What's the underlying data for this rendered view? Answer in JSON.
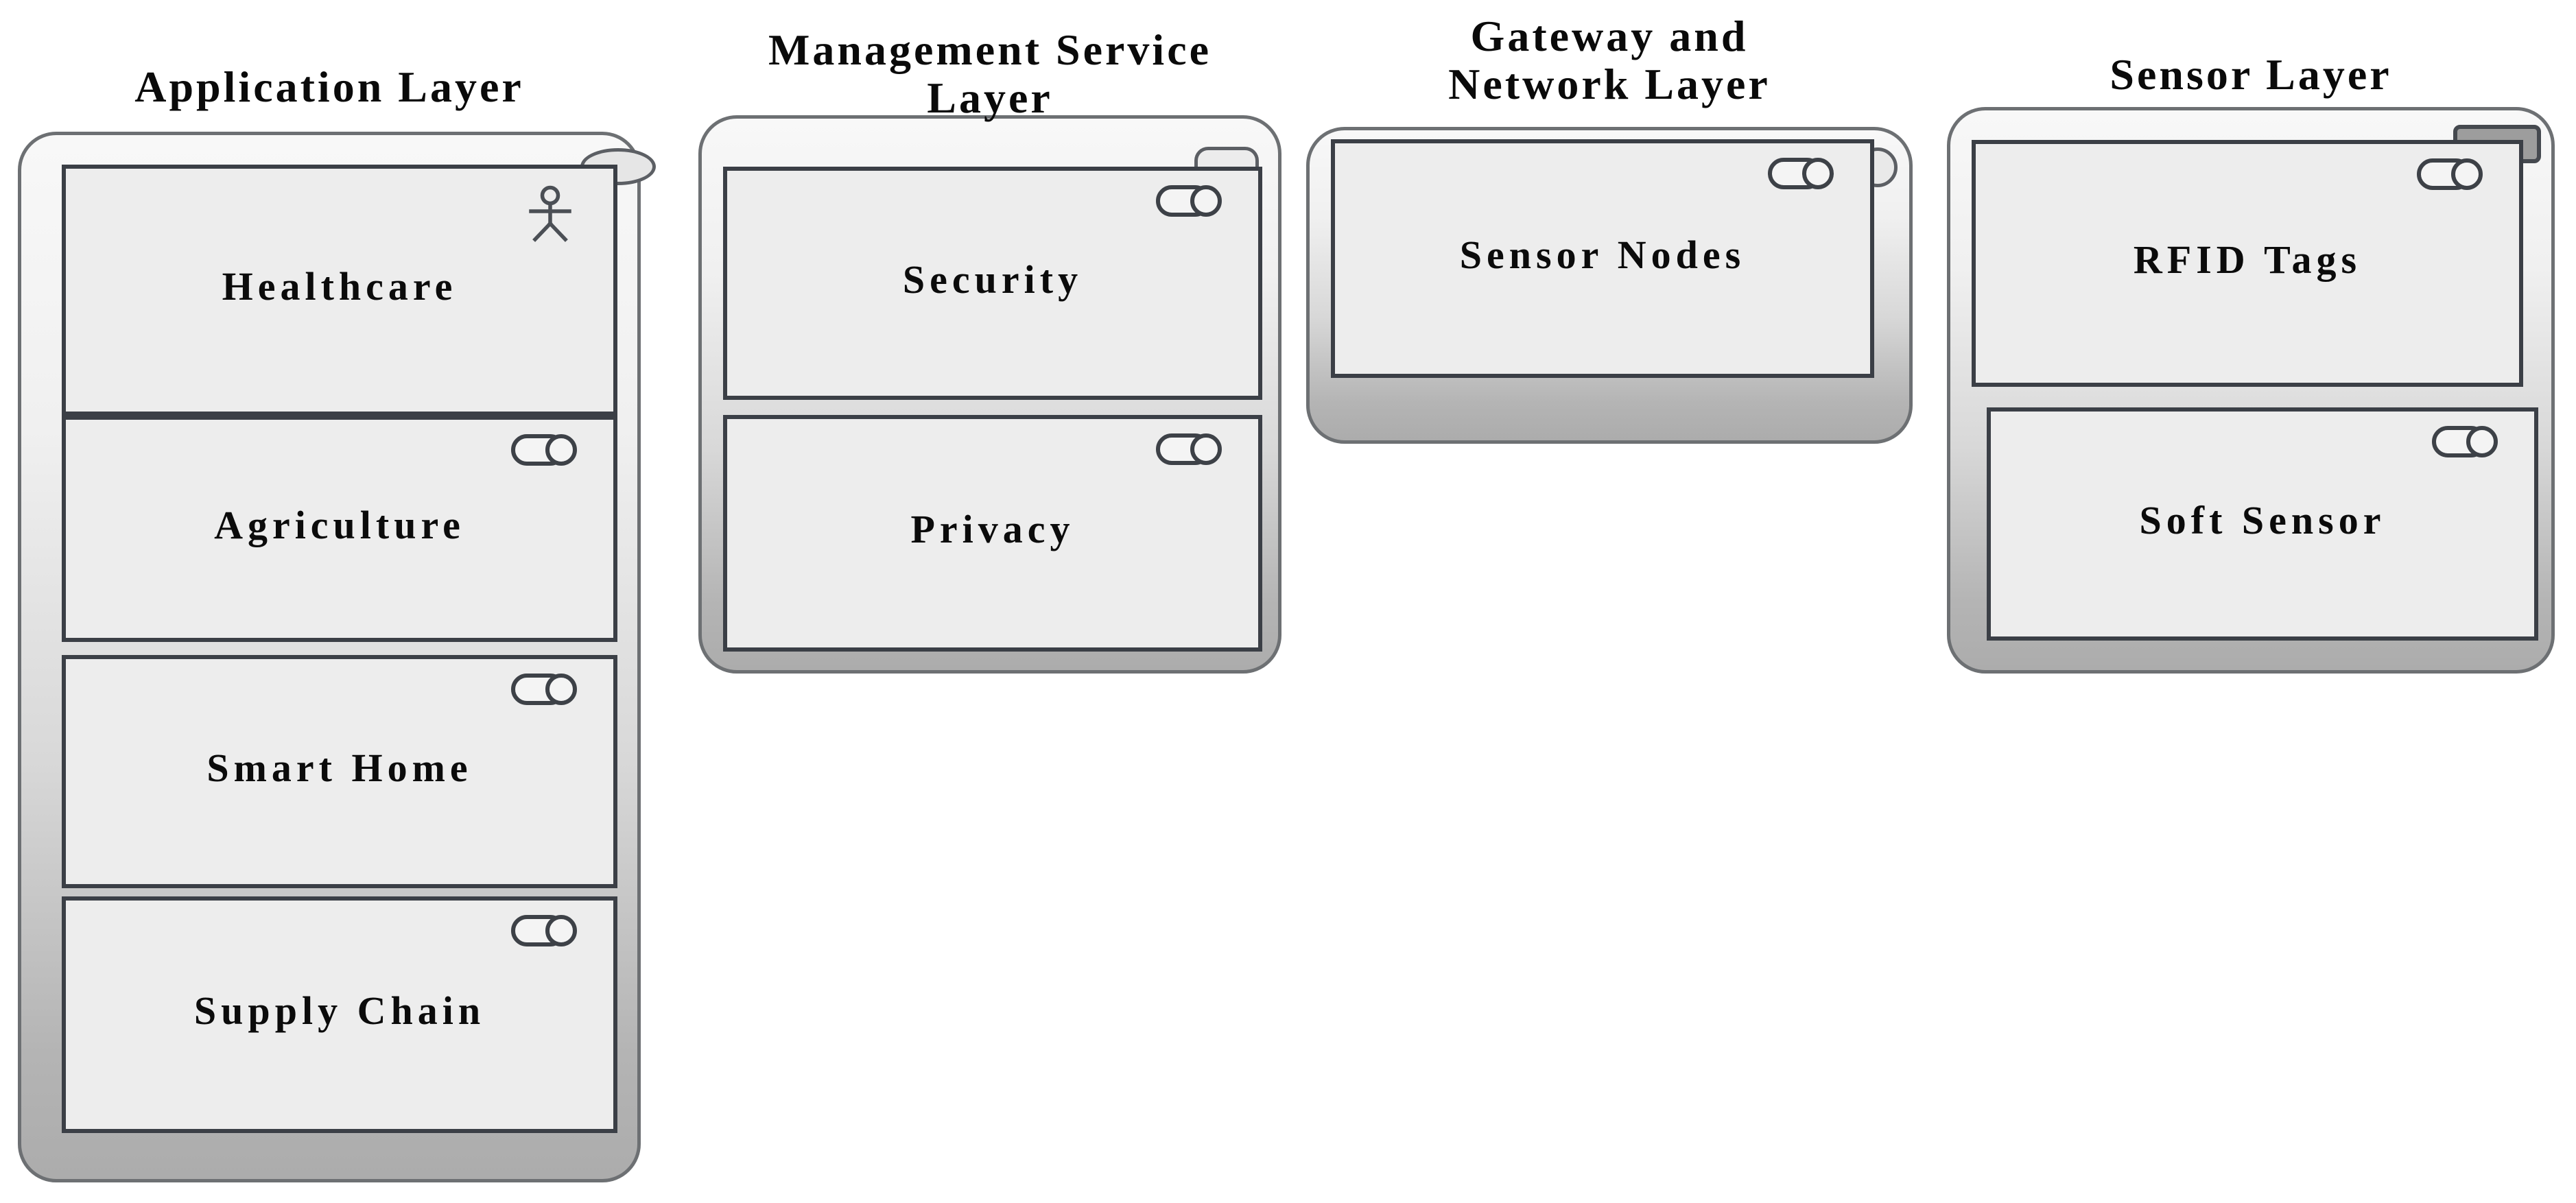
{
  "diagram": {
    "kind": "IoT architecture layer diagram",
    "colors": {
      "background": "#ffffff",
      "frame_border": "#6d7073",
      "frame_fill_top": "#f8f8f8",
      "frame_fill_bottom": "#acacac",
      "component_fill": "#ededed",
      "component_border": "#3b3f46",
      "text": "#0a0a0a",
      "icon_stroke": "#3d4147"
    },
    "layers": [
      {
        "id": "application-layer",
        "title": "Application Layer",
        "components": [
          {
            "label": "Healthcare",
            "icon": "actor-icon"
          },
          {
            "label": "Agriculture",
            "icon": "component-toggle-icon"
          },
          {
            "label": "Smart Home",
            "icon": "component-toggle-icon"
          },
          {
            "label": "Supply Chain",
            "icon": "component-toggle-icon"
          }
        ]
      },
      {
        "id": "management-service-layer",
        "title": "Management Service\nLayer",
        "components": [
          {
            "label": "Security",
            "icon": "component-toggle-icon"
          },
          {
            "label": "Privacy",
            "icon": "component-toggle-icon"
          }
        ]
      },
      {
        "id": "gateway-network-layer",
        "title": "Gateway and\nNetwork Layer",
        "components": [
          {
            "label": "Sensor Nodes",
            "icon": "component-toggle-icon"
          }
        ]
      },
      {
        "id": "sensor-layer",
        "title": "Sensor Layer",
        "components": [
          {
            "label": "RFID Tags",
            "icon": "component-toggle-icon"
          },
          {
            "label": "Soft Sensor",
            "icon": "component-toggle-icon"
          }
        ]
      }
    ]
  }
}
